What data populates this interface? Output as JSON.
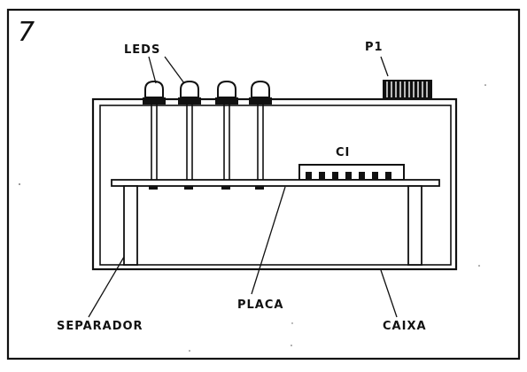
{
  "figure": {
    "number": "7",
    "labels": {
      "leds": "LEDS",
      "p1": "P1",
      "ci": "CI",
      "separador": "SEPARADOR",
      "placa": "PLACA",
      "caixa": "CAIXA"
    }
  },
  "colors": {
    "ink": "#111111",
    "paper": "#ffffff"
  }
}
